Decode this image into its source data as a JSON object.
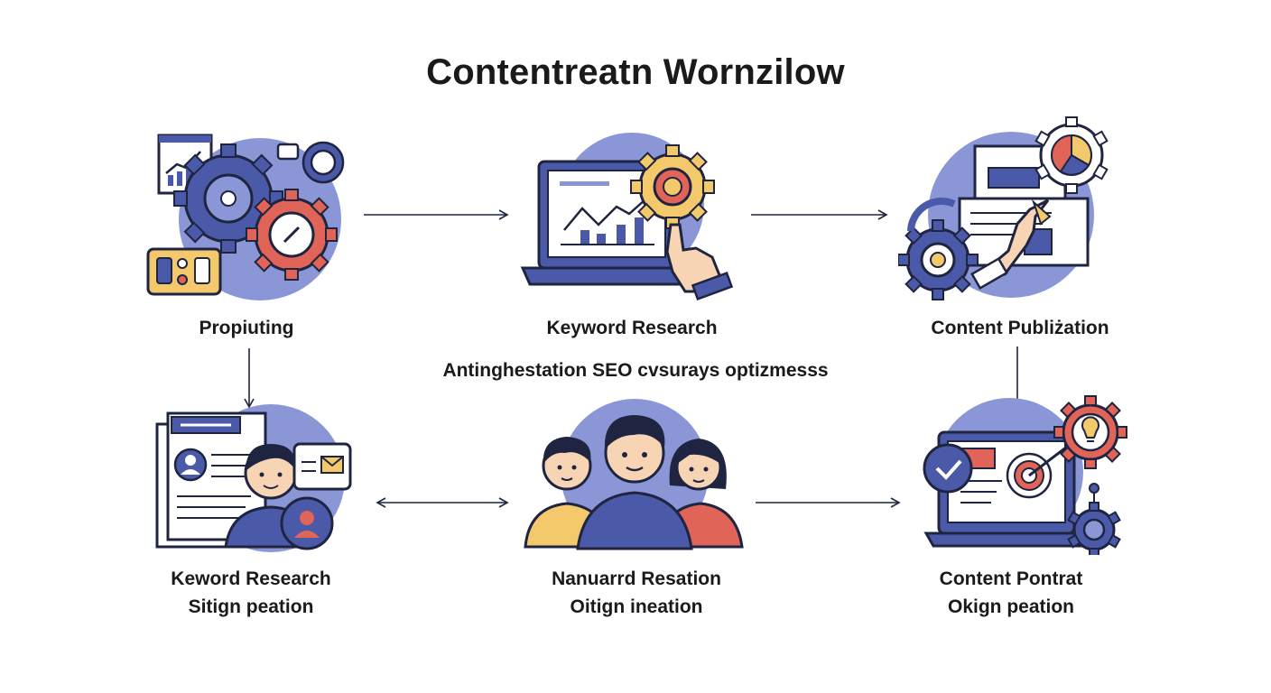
{
  "title": "Contentreatn  Wornzilow",
  "middle_note": "Antinghestation SEO cvsurays optizmesss",
  "steps": [
    {
      "lines": [
        "Propiuting"
      ],
      "icon": "gears-analytics-icon"
    },
    {
      "lines": [
        "Keyword Research"
      ],
      "icon": "laptop-chart-gear-icon"
    },
    {
      "lines": [
        "Content Publiżation"
      ],
      "icon": "document-hand-gear-icon"
    },
    {
      "lines": [
        "Keword Research",
        "Sitign peation"
      ],
      "icon": "profile-document-icon"
    },
    {
      "lines": [
        "Nanuarrd Resation",
        "Oitign ineation"
      ],
      "icon": "team-people-icon"
    },
    {
      "lines": [
        "Content Pontrat",
        "Okign peation"
      ],
      "icon": "laptop-target-icon"
    }
  ],
  "colors": {
    "circle": "#8a96d6",
    "navy": "#4a5aa8",
    "red": "#e06458",
    "yellow": "#f3c96b",
    "outline": "#1f2440",
    "skin": "#f7d4b4"
  }
}
